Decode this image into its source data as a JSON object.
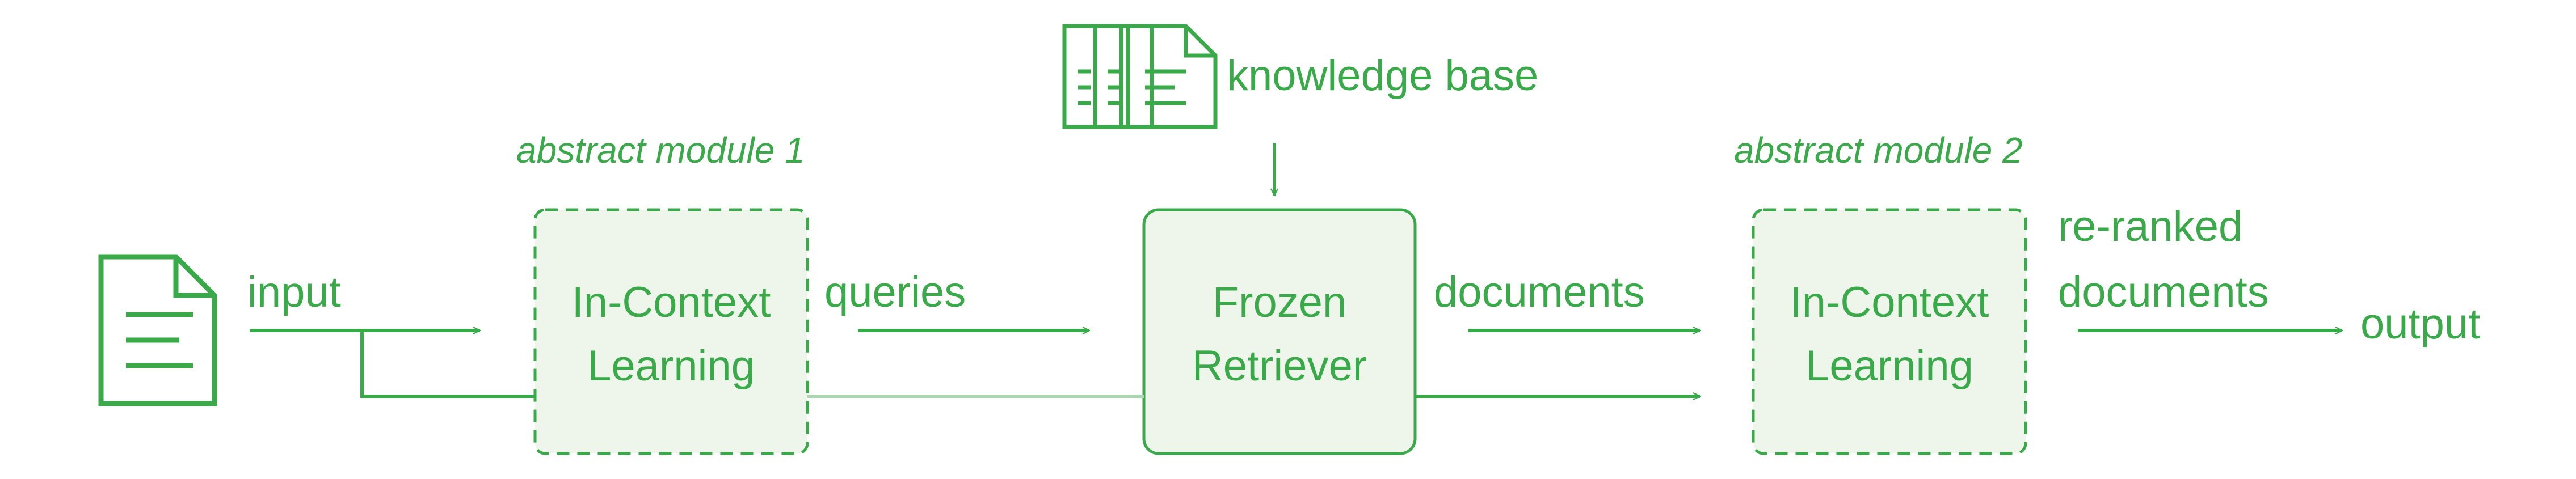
{
  "colors": {
    "primary": "#3aa94a",
    "box_fill": "#eef5ea",
    "faint_line": "#a9d6b0"
  },
  "icons": {
    "input": "document-icon",
    "knowledge_base": "document-stack-icon"
  },
  "labels": {
    "knowledge_base": "knowledge base",
    "module1_title": "abstract module 1",
    "module2_title": "abstract module 2",
    "input": "input",
    "queries": "queries",
    "documents": "documents",
    "reranked_line1": "re-ranked",
    "reranked_line2": "documents",
    "output": "output"
  },
  "boxes": {
    "module1": {
      "line1": "In-Context",
      "line2": "Learning"
    },
    "retriever": {
      "line1": "Frozen",
      "line2": "Retriever"
    },
    "module2": {
      "line1": "In-Context",
      "line2": "Learning"
    }
  }
}
